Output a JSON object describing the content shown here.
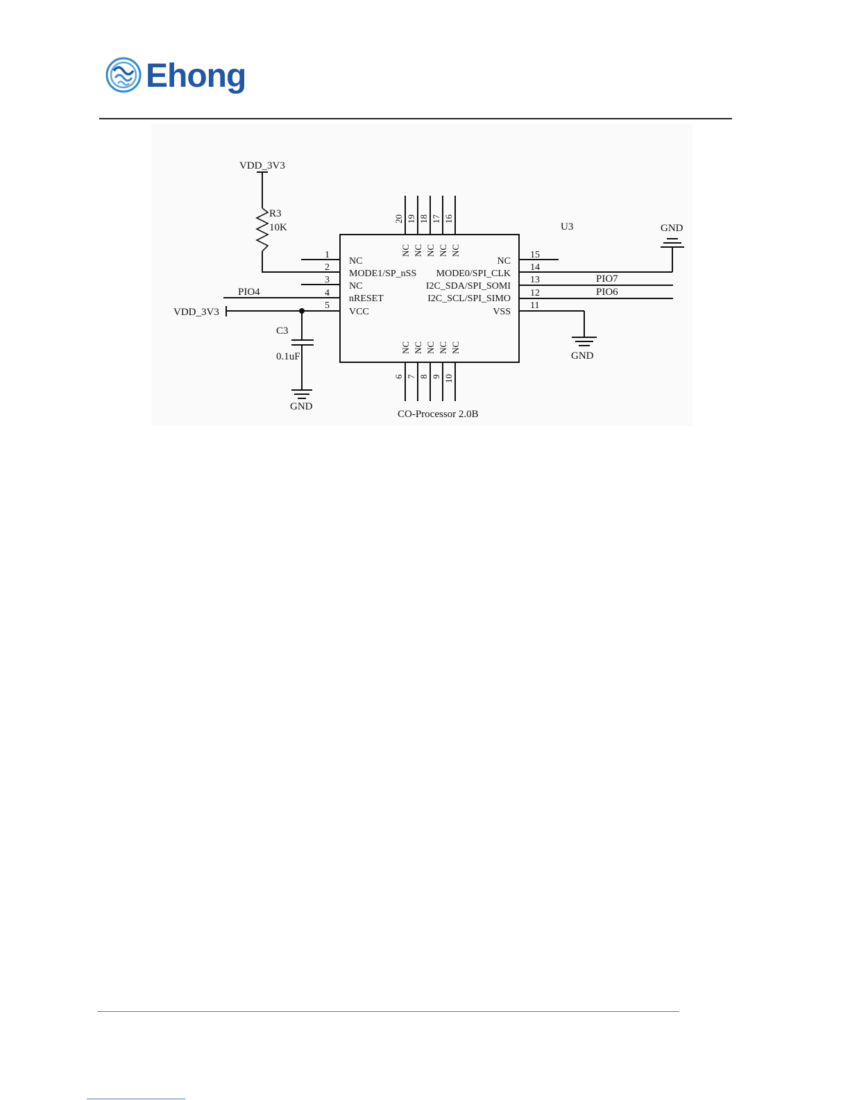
{
  "header": {
    "brand": "Ehong",
    "logo_icon": "ehong-wave-logo-icon",
    "brand_color": "#1f58a6"
  },
  "schematic": {
    "part_ref": "U3",
    "part_name": "CO-Processor 2.0B",
    "pins": [
      {
        "num": "1",
        "name": "NC"
      },
      {
        "num": "2",
        "name": "MODE1/SP_nSS"
      },
      {
        "num": "3",
        "name": "NC"
      },
      {
        "num": "4",
        "name": "nRESET"
      },
      {
        "num": "5",
        "name": "VCC"
      },
      {
        "num": "6",
        "name": "NC"
      },
      {
        "num": "7",
        "name": "NC"
      },
      {
        "num": "8",
        "name": "NC"
      },
      {
        "num": "9",
        "name": "NC"
      },
      {
        "num": "10",
        "name": "NC"
      },
      {
        "num": "11",
        "name": "VSS"
      },
      {
        "num": "12",
        "name": "I2C_SCL/SPI_SIMO"
      },
      {
        "num": "13",
        "name": "I2C_SDA/SPI_SOMI"
      },
      {
        "num": "14",
        "name": "MODE0/SPI_CLK"
      },
      {
        "num": "15",
        "name": "NC"
      },
      {
        "num": "16",
        "name": "NC"
      },
      {
        "num": "17",
        "name": "NC"
      },
      {
        "num": "18",
        "name": "NC"
      },
      {
        "num": "19",
        "name": "NC"
      },
      {
        "num": "20",
        "name": "NC"
      }
    ],
    "resistor": {
      "ref": "R3",
      "value": "10K"
    },
    "capacitor": {
      "ref": "C3",
      "value": "0.1uF"
    },
    "nets": {
      "vdd_top": "VDD_3V3",
      "vdd_left": "VDD_3V3",
      "pio4": "PIO4",
      "pio7": "PIO7",
      "pio6": "PIO6",
      "gnd_top_right": "GND",
      "gnd_right": "GND",
      "gnd_cap": "GND"
    }
  }
}
